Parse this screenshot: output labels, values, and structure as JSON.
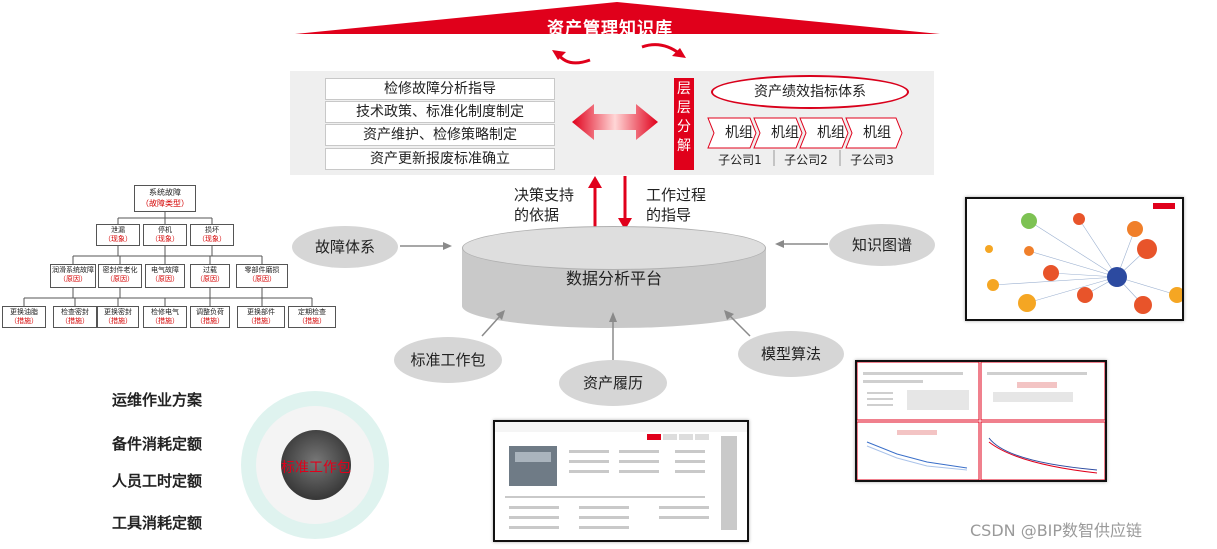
{
  "knowledge_base": {
    "title": "资产管理知识库"
  },
  "knowledge_items": [
    "检修故障分析指导",
    "技术政策、标准化制度制定",
    "资产维护、检修策略制定",
    "资产更新报废标准确立"
  ],
  "layered": {
    "label_lines": [
      "层",
      "层",
      "分",
      "解"
    ]
  },
  "kpi_system": {
    "title": "资产绩效指标体系",
    "units": [
      "机组",
      "机组",
      "机组",
      "机组"
    ],
    "subsidiaries": [
      "子公司1",
      "子公司2",
      "子公司3"
    ]
  },
  "flow": {
    "up_label": [
      "决策支持",
      "的依据"
    ],
    "down_label": [
      "工作过程",
      "的指导"
    ]
  },
  "platform": {
    "label": "数据分析平台"
  },
  "inputs": {
    "fault": "故障体系",
    "knowledge_graph": "知识图谱",
    "standard_package": "标准工作包",
    "asset_history": "资产履历",
    "model": "模型算法"
  },
  "work_package": {
    "items": [
      "运维作业方案",
      "备件消耗定额",
      "人员工时定额",
      "工具消耗定额"
    ],
    "center": "标准工作包"
  },
  "fault_tree": {
    "root": {
      "name": "系统故障",
      "tag": "（故障类型）"
    },
    "level1": [
      {
        "name": "泄漏",
        "tag": "（现象）"
      },
      {
        "name": "停机",
        "tag": "（现象）"
      },
      {
        "name": "损坏",
        "tag": "（现象）"
      }
    ],
    "level2": [
      {
        "name": "润滑系统故障",
        "tag": "（原因）"
      },
      {
        "name": "密封件老化",
        "tag": "（原因）"
      },
      {
        "name": "电气故障",
        "tag": "（原因）"
      },
      {
        "name": "过载",
        "tag": "（原因）"
      },
      {
        "name": "零部件磨损",
        "tag": "（原因）"
      }
    ],
    "level3": [
      {
        "name": "更换油脂",
        "tag": "（措施）"
      },
      {
        "name": "检查密封",
        "tag": "（措施）"
      },
      {
        "name": "更换密封",
        "tag": "（措施）"
      },
      {
        "name": "检修电气",
        "tag": "（措施）"
      },
      {
        "name": "调整负荷",
        "tag": "（措施）"
      },
      {
        "name": "更换部件",
        "tag": "（措施）"
      },
      {
        "name": "定期检查",
        "tag": "（措施）"
      }
    ]
  },
  "watermark": "CSDN @BIP数智供应链",
  "colors": {
    "accent": "#e0001b",
    "panel": "#efefef",
    "oval": "#d6d6d6"
  }
}
